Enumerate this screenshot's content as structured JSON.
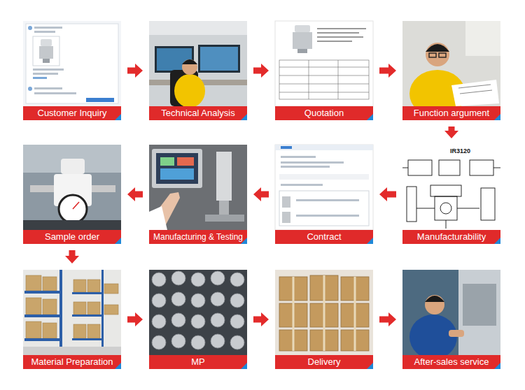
{
  "diagram": {
    "nodes": [
      {
        "text": [
          "Customer Inquiry"
        ]
      },
      {
        "text": [
          "Technical Analysis"
        ]
      },
      {
        "text": [
          "Quotation"
        ]
      },
      {
        "text": [
          "Function argument"
        ]
      },
      {
        "text": [
          "Manufacturability"
        ]
      },
      {
        "text": [
          "Contract"
        ]
      },
      {
        "text": [
          "Manufacturing & Testing"
        ]
      },
      {
        "text": [
          "Sample order"
        ]
      },
      {
        "text": [
          "Material Preparation"
        ]
      },
      {
        "text": [
          "MP"
        ]
      },
      {
        "text": [
          "Delivery"
        ]
      },
      {
        "text": [
          "After-sales service"
        ]
      }
    ],
    "edges": [
      {
        "from": 0,
        "to": 1,
        "arrow": "to"
      },
      {
        "from": 1,
        "to": 2,
        "arrow": "to"
      },
      {
        "from": 2,
        "to": 3,
        "arrow": "to"
      },
      {
        "from": 3,
        "to": 4,
        "arrow": "to"
      },
      {
        "from": 4,
        "to": 5,
        "arrow": "to"
      },
      {
        "from": 5,
        "to": 6,
        "arrow": "to"
      },
      {
        "from": 6,
        "to": 7,
        "arrow": "to"
      },
      {
        "from": 7,
        "to": 8,
        "arrow": "to"
      },
      {
        "from": 8,
        "to": 9,
        "arrow": "to"
      },
      {
        "from": 9,
        "to": 10,
        "arrow": "to"
      },
      {
        "from": 10,
        "to": 11,
        "arrow": "to"
      }
    ],
    "labels": [
      "IR3120"
    ]
  }
}
